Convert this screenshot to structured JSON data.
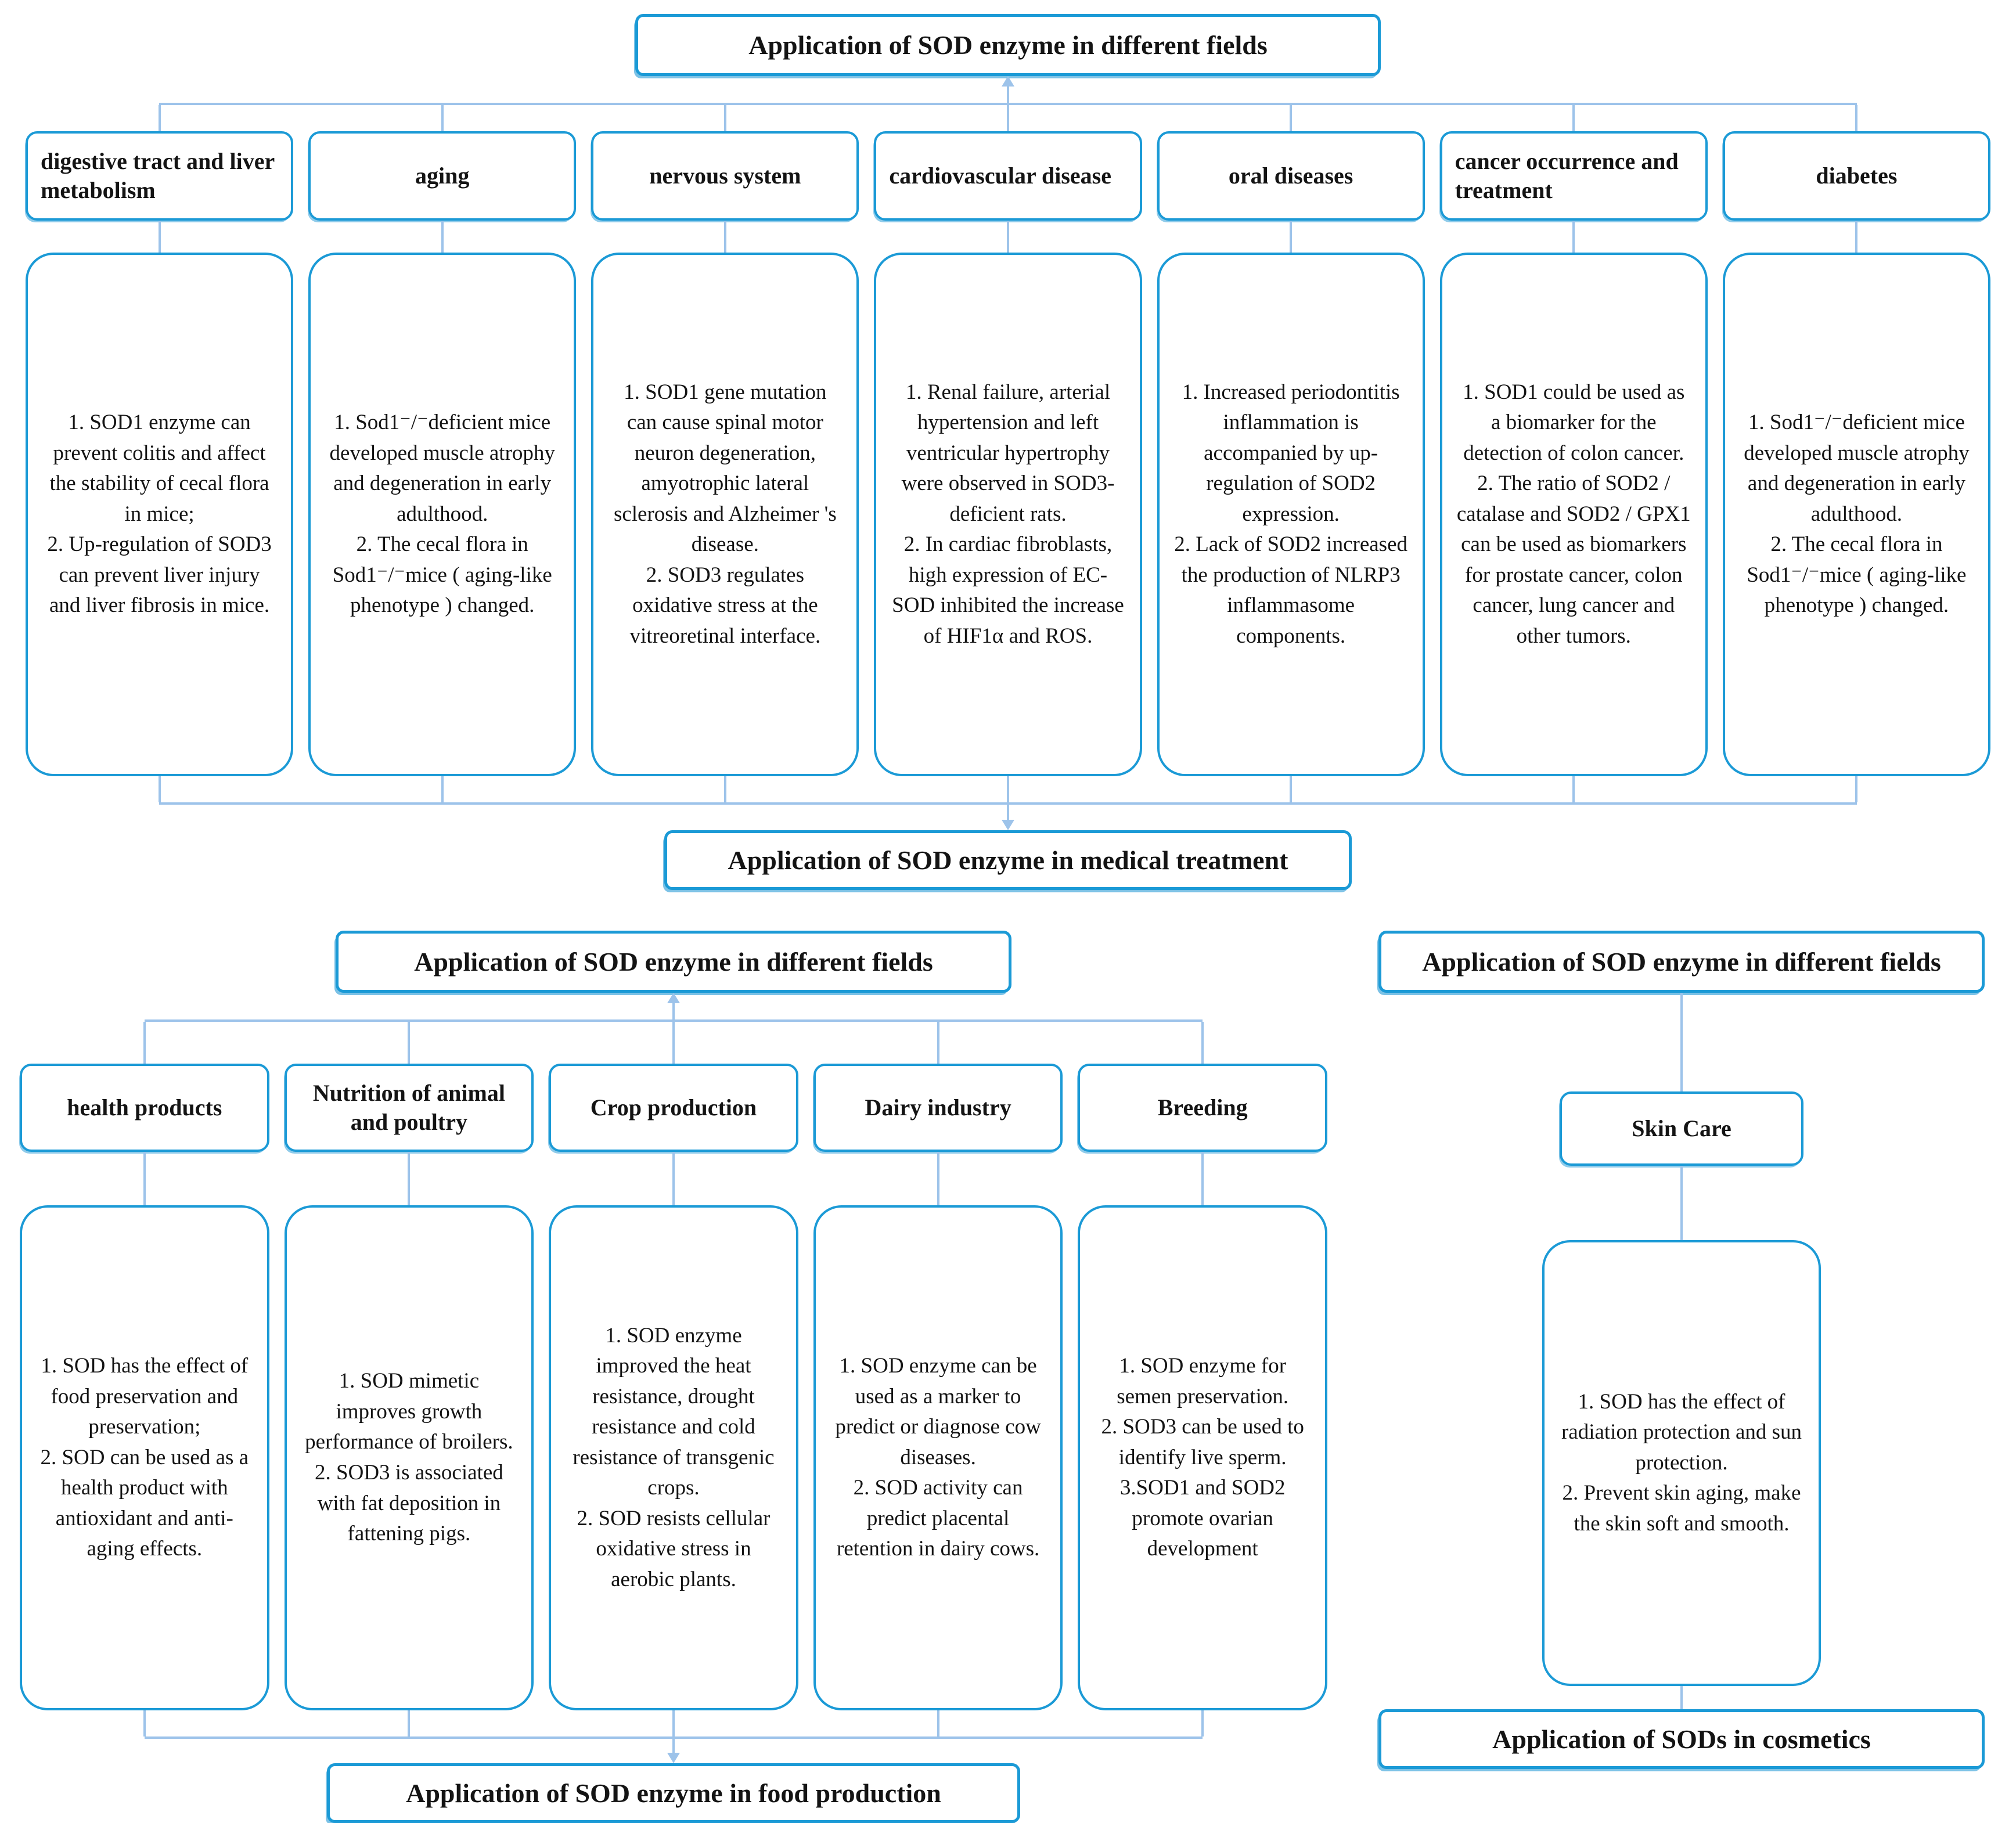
{
  "colors": {
    "box_border": "#1b9ad6",
    "box_shadow": "#7cc2e6",
    "connector": "#9dc3ea",
    "text": "#141414",
    "background": "#ffffff"
  },
  "medical": {
    "title": "Application of SOD enzyme in different fields",
    "result": "Application of SOD enzyme in medical treatment",
    "branches": [
      {
        "label": "digestive tract and liver metabolism",
        "detail": "1. SOD1 enzyme can prevent colitis and affect the stability of cecal flora in mice;\n2. Up-regulation of SOD3 can prevent liver injury and liver fibrosis in mice."
      },
      {
        "label": "aging",
        "detail": "1. Sod1⁻/⁻deficient mice developed muscle atrophy and degeneration in early adulthood.\n2. The cecal flora in Sod1⁻/⁻mice ( aging-like phenotype ) changed."
      },
      {
        "label": "nervous system",
        "detail": "1. SOD1 gene mutation can cause spinal motor neuron degeneration, amyotrophic lateral sclerosis and Alzheimer 's disease.\n2. SOD3 regulates oxidative stress at the vitreoretinal interface."
      },
      {
        "label": "cardiovascular disease",
        "detail": "1. Renal failure, arterial hypertension and left ventricular hypertrophy were observed in SOD3-deficient rats.\n2. In cardiac fibroblasts, high expression of EC-SOD inhibited the increase of HIF1α and ROS."
      },
      {
        "label": "oral diseases",
        "detail": "1. Increased periodontitis inflammation is accompanied by up-regulation of SOD2 expression.\n2. Lack of SOD2 increased the production of NLRP3 inflammasome components."
      },
      {
        "label": "cancer occurrence and treatment",
        "detail": "1. SOD1 could be used as a biomarker for the detection of colon cancer.\n2. The ratio of SOD2 / catalase and SOD2 / GPX1 can be used as biomarkers for prostate cancer, colon cancer, lung cancer and other tumors."
      },
      {
        "label": "diabetes",
        "detail": "1. Sod1⁻/⁻deficient mice developed muscle atrophy and degeneration in early adulthood.\n2. The cecal flora in Sod1⁻/⁻mice ( aging-like phenotype ) changed."
      }
    ]
  },
  "food": {
    "title": "Application of SOD enzyme in different fields",
    "result": "Application of SOD enzyme in food production",
    "branches": [
      {
        "label": "health products",
        "detail": "1. SOD has the effect of food preservation and preservation;\n2. SOD can be used as a health product with antioxidant and anti-aging effects."
      },
      {
        "label": "Nutrition of animal and poultry",
        "detail": "1. SOD mimetic improves growth performance of broilers.\n2. SOD3 is associated with fat deposition in fattening pigs."
      },
      {
        "label": "Crop production",
        "detail": "1. SOD enzyme improved the heat resistance, drought resistance and cold resistance of transgenic crops.\n2. SOD resists cellular oxidative stress in aerobic plants."
      },
      {
        "label": "Dairy industry",
        "detail": "1. SOD enzyme can be used as a marker to predict or diagnose cow diseases.\n2. SOD activity can predict placental retention in dairy cows."
      },
      {
        "label": "Breeding",
        "detail": "1. SOD enzyme for semen preservation.\n2. SOD3 can be used to identify live sperm.\n3.SOD1 and SOD2 promote ovarian development"
      }
    ]
  },
  "cosmetics": {
    "title": "Application of SOD enzyme in different fields",
    "result": "Application of SODs in cosmetics",
    "branch": {
      "label": "Skin Care",
      "detail": "1. SOD has the effect of radiation protection and sun protection.\n2. Prevent skin aging, make the skin soft and smooth."
    }
  }
}
